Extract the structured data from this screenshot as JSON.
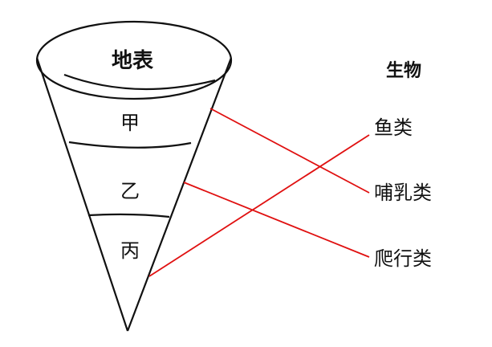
{
  "surface_label": "地表",
  "layers": [
    {
      "label": "甲"
    },
    {
      "label": "乙"
    },
    {
      "label": "丙"
    }
  ],
  "organisms_heading": "生物",
  "organisms": [
    {
      "label": "鱼类"
    },
    {
      "label": "哺乳类"
    },
    {
      "label": "爬行类"
    }
  ],
  "connections": [
    {
      "from_layer": "甲",
      "to_organism": "哺乳类"
    },
    {
      "from_layer": "乙",
      "to_organism": "爬行类"
    },
    {
      "from_layer": "丙",
      "to_organism": "鱼类"
    }
  ],
  "colors": {
    "connection_line": "#e01010",
    "outline": "#111111"
  }
}
